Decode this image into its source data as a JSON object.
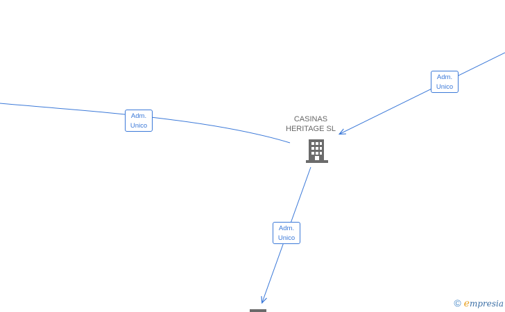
{
  "diagram": {
    "center_node": {
      "name_line1": "CASINAS",
      "name_line2": "HERITAGE  SL",
      "icon": "building-icon"
    },
    "edges": [
      {
        "label_line1": "Adm.",
        "label_line2": "Unico",
        "direction": "incoming-from-left"
      },
      {
        "label_line1": "Adm.",
        "label_line2": "Unico",
        "direction": "incoming-from-top-right"
      },
      {
        "label_line1": "Adm.",
        "label_line2": "Unico",
        "direction": "outgoing-to-bottom"
      }
    ],
    "colors": {
      "edge": "#3a78d8",
      "node_text": "#666666",
      "building": "#6b6b6b"
    }
  },
  "footer": {
    "copyright_symbol": "©",
    "brand_first_letter": "e",
    "brand_rest": "mpresia"
  }
}
